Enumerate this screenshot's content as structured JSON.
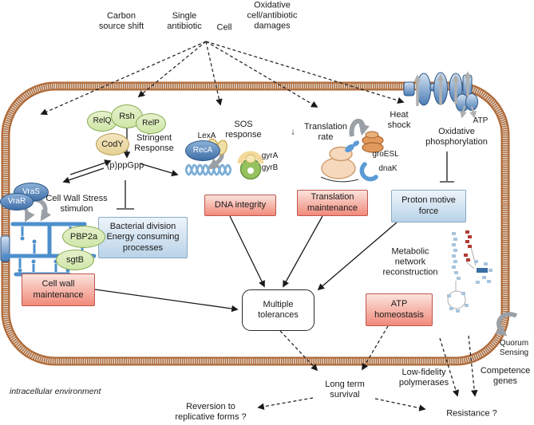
{
  "stressors": {
    "carbon": "Carbon\nsource shift",
    "antibiotic": "Single\nantibiotic",
    "cell": "Cell",
    "oxidative": "Oxidative\ncell/antibiotic\ndamages"
  },
  "stringent": {
    "relq": "RelQ",
    "rsh": "Rsh",
    "relp": "RelP",
    "cody": "CodY",
    "label": "Stringent\nResponse",
    "ppgpp": "(p)ppGpp"
  },
  "cell_wall": {
    "stimulon": "Cell Wall Stress\nstimulon",
    "vras": "VraS",
    "vrar": "VraR",
    "pbp2a": "PBP2a",
    "sgtb": "sgtB",
    "maintenance": "Cell wall\nmaintenance"
  },
  "division": {
    "box": "Bacterial division\nEnergy consuming\nprocesses"
  },
  "sos": {
    "lexa": "LexA",
    "reca": "RecA",
    "label": "SOS\nresponse",
    "gyra": "gyrA",
    "gyrb": "gyrB",
    "dna_box": "DNA integrity"
  },
  "translation": {
    "down_icon": "↓",
    "rate": "Translation\nrate",
    "heat": "Heat\nshock",
    "groesl": "groESL",
    "dnak": "dnaK",
    "box": "Translation\nmaintenance"
  },
  "oxphos": {
    "atp": "ATP",
    "label": "Oxidative\nphosphorylation",
    "pmf": "Proton motive\nforce"
  },
  "metabolic": {
    "label": "Metabolic\nnetwork\nreconstruction",
    "atp_box": "ATP\nhomeostasis"
  },
  "tolerances": {
    "box": "Multiple\ntolerances"
  },
  "outcomes": {
    "long_term": "Long term\nsurvival",
    "reversion": "Reversion to\nreplicative forms ?",
    "resistance": "Resistance ?",
    "low_fidelity": "Low-fidelity\npolymerases",
    "competence": "Competence\ngenes",
    "quorum": "Quorum\nSensing"
  },
  "environment": "intracellular environment",
  "colors": {
    "membrane": "#b06a38",
    "red_box_top": "#fbe3dc",
    "red_box_bottom": "#f18a7b",
    "red_box_border": "#c0564e",
    "blue_box_top": "#eef4fa",
    "blue_box_bottom": "#b9d3e8",
    "blue_box_border": "#89a9c4",
    "green_fill": "#cfe6a9",
    "green_border": "#86ab52",
    "tan_fill": "#e7d194",
    "tan_border": "#b49a50",
    "blue_protein": "#3f6ea8",
    "blue_protein_border": "#2d5685",
    "gray_arrow": "#9aa0a6",
    "peptidoglycan": "#4d8fcc",
    "dna_strand": "#7badd6",
    "ribosome": "#f6d9bd",
    "chaperone_orange": "#e2995c"
  }
}
